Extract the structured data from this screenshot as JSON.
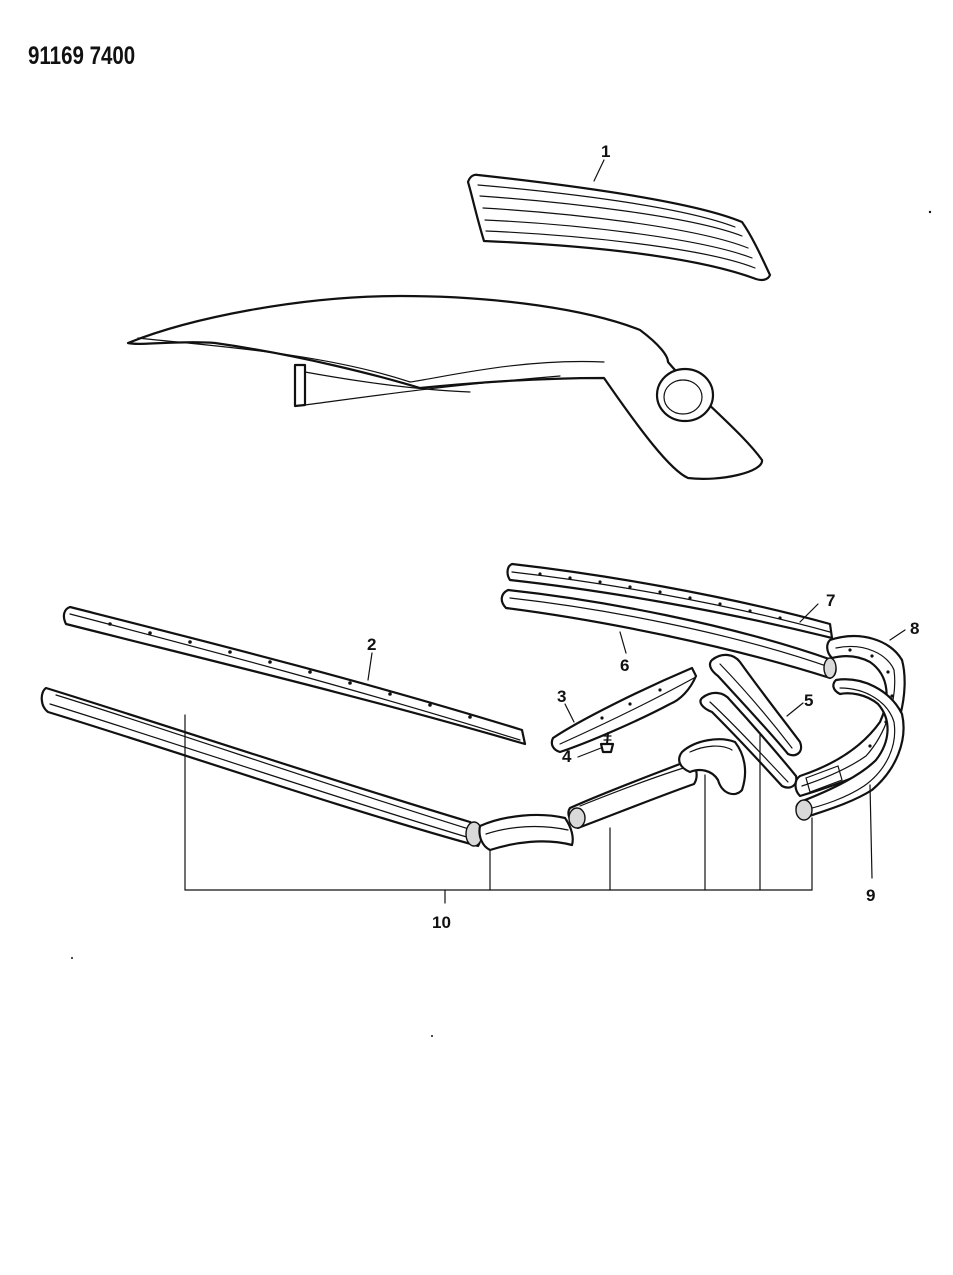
{
  "document": {
    "header_code": "91169 7400"
  },
  "callouts": {
    "c1": "1",
    "c2": "2",
    "c3": "3",
    "c4": "4",
    "c5": "5",
    "c6": "6",
    "c7": "7",
    "c8": "8",
    "c9": "9",
    "c10": "10"
  }
}
